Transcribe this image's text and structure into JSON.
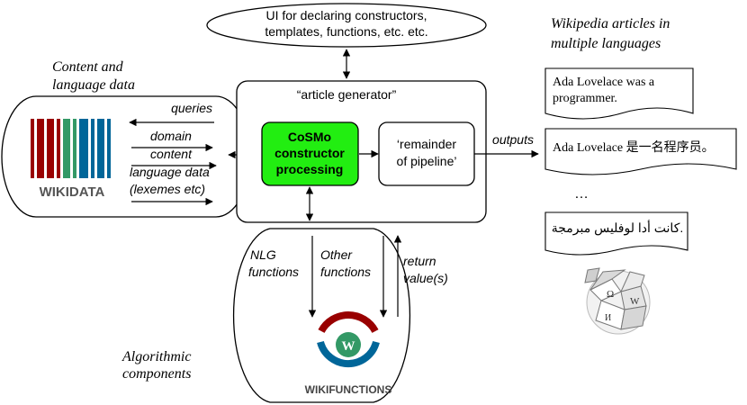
{
  "top_box": {
    "line1": "UI for declaring constructors,",
    "line2": "templates, functions, etc. etc."
  },
  "content_data": {
    "heading_line1": "Content and",
    "heading_line2": "language data",
    "wikidata_wordmark": "WIKIDATA",
    "arrows": {
      "queries": "queries",
      "domain_line1": "domain",
      "domain_line2": "content",
      "language_line1": "language data",
      "language_line2": "(lexemes etc)"
    }
  },
  "article_generator": {
    "title": "“article generator”",
    "cosmo_line1": "CoSMo",
    "cosmo_line2": "constructor",
    "cosmo_line3": "processing",
    "remainder_line1": "‘remainder",
    "remainder_line2": "of pipeline’",
    "outputs_label": "outputs"
  },
  "wikipedia": {
    "heading_line1": "Wikipedia articles in",
    "heading_line2": "multiple languages",
    "article_en_line1": "Ada Lovelace was a",
    "article_en_line2": "programmer.",
    "article_zh": "Ada Lovelace 是一名程序员。",
    "ellipsis": "…",
    "article_ar": "كانت أدا لوفليس مبرمجة."
  },
  "algorithmic": {
    "heading_line1": "Algorithmic",
    "heading_line2": "components",
    "nlg_line1": "NLG",
    "nlg_line2": "functions",
    "other_line1": "Other",
    "other_line2": "functions",
    "return_line1": "return",
    "return_line2": "value(s)",
    "wikifunctions_wordmark": "WIKIFUNCTIONS"
  },
  "colors": {
    "cosmo_fill": "#22ee11",
    "wikidata_red": "#990000",
    "wikidata_green": "#339966",
    "wikidata_blue": "#006699",
    "wikifunctions_red": "#990000",
    "wikifunctions_blue": "#006699"
  },
  "icons": [
    "wikidata-logo",
    "wikifunctions-logo",
    "wikipedia-globe-logo"
  ]
}
